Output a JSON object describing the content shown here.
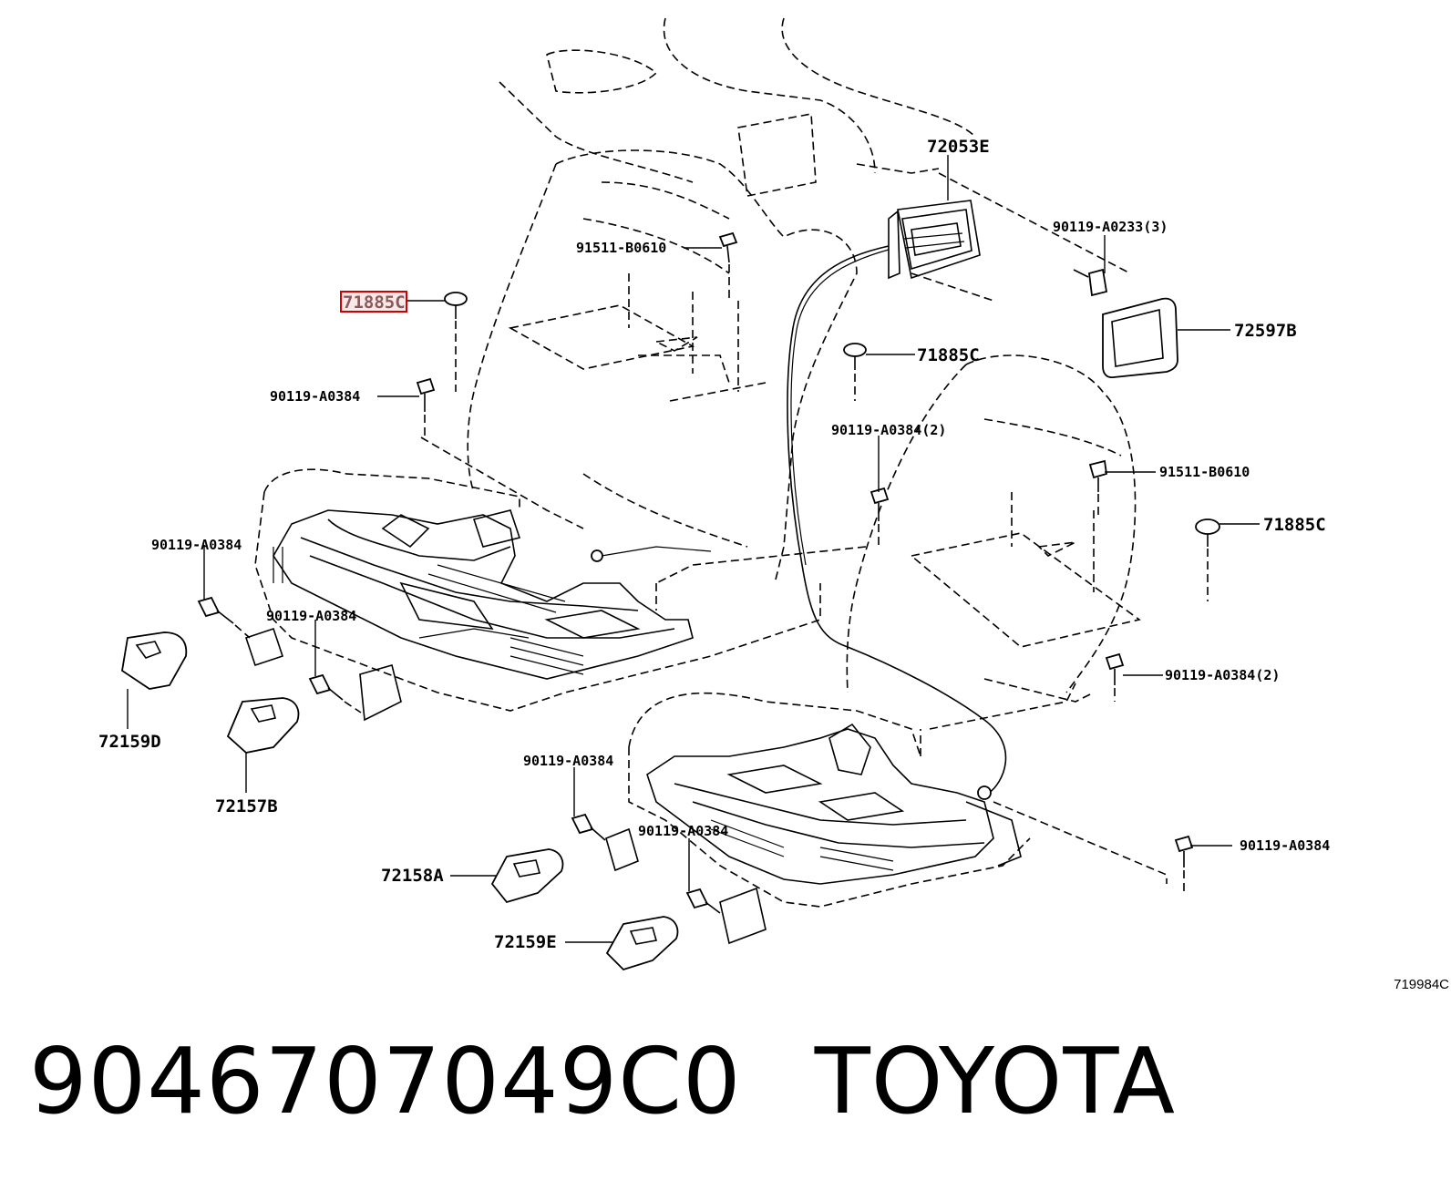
{
  "diagram": {
    "callouts": [
      {
        "id": "c1",
        "text": "72053E"
      },
      {
        "id": "c2",
        "text": "90119-A0233(3)"
      },
      {
        "id": "c3",
        "text": "91511-B0610"
      },
      {
        "id": "c4",
        "text": "71885C"
      },
      {
        "id": "c5",
        "text": "72597B"
      },
      {
        "id": "c6",
        "text": "71885C"
      },
      {
        "id": "c7",
        "text": "90119-A0384"
      },
      {
        "id": "c8",
        "text": "90119-A0384(2)"
      },
      {
        "id": "c9",
        "text": "91511-B0610"
      },
      {
        "id": "c10",
        "text": "71885C"
      },
      {
        "id": "c11",
        "text": "90119-A0384"
      },
      {
        "id": "c12",
        "text": "90119-A0384"
      },
      {
        "id": "c13",
        "text": "90119-A0384(2)"
      },
      {
        "id": "c14",
        "text": "72159D"
      },
      {
        "id": "c15",
        "text": "72157B"
      },
      {
        "id": "c16",
        "text": "90119-A0384"
      },
      {
        "id": "c17",
        "text": "90119-A0384"
      },
      {
        "id": "c18",
        "text": "90119-A0384"
      },
      {
        "id": "c19",
        "text": "72158A"
      },
      {
        "id": "c20",
        "text": "72159E"
      }
    ],
    "highlight_color": "#d00000",
    "diagram_code": "719984C"
  },
  "footer": {
    "part_number": "9046707049C0",
    "brand": "TOYOTA"
  }
}
